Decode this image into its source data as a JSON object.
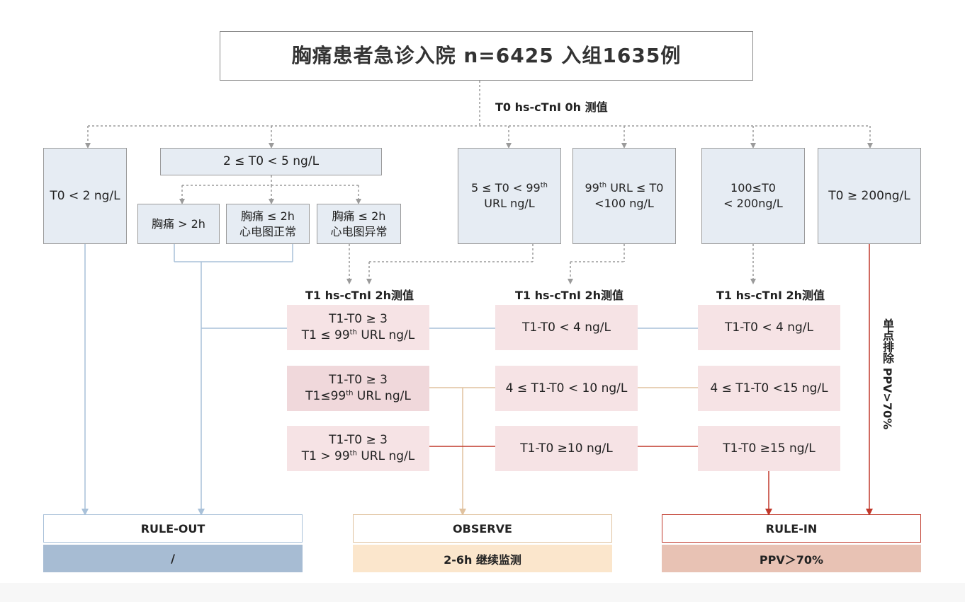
{
  "title": "胸痛患者急诊入院 n=6425 入组1635例",
  "t0_label": "T0 hs-cTnI 0h 测值",
  "t0_groups": {
    "lt2": "T0 < 2 ng/L",
    "mid": "2 ≤ T0 < 5 ng/L",
    "sub_a": "胸痛 > 2h",
    "sub_b1": "胸痛 ≤ 2h",
    "sub_b2": "心电图正常",
    "sub_c1": "胸痛 ≤ 2h",
    "sub_c2": "心电图异常",
    "g5_l1a": "5 ≤ T0 < 99",
    "g5_sup": "th",
    "g5_l2": "URL ng/L",
    "g99_l1a": "99",
    "g99_sup": "th",
    "g99_l1b": " URL ≤ T0",
    "g99_l2": "<100 ng/L",
    "g100_l1": "100≤T0",
    "g100_l2": "< 200ng/L",
    "g200": "T0 ≥ 200ng/L"
  },
  "t1_label": "T1 hs-cTnI 2h测值",
  "t1_boxes": {
    "r1c1_l1": "T1-T0 ≥ 3",
    "r1c1_l2a": "T1 ≤ 99",
    "r1c1_sup": "th",
    "r1c1_l2b": " URL ng/L",
    "r1c2": "T1-T0 < 4 ng/L",
    "r1c3": "T1-T0 < 4 ng/L",
    "r2c1_l1": "T1-T0 ≥ 3",
    "r2c1_l2a": "T1≤99",
    "r2c1_sup": "th",
    "r2c1_l2b": " URL ng/L",
    "r2c2": "4 ≤ T1-T0 < 10 ng/L",
    "r2c3": "4 ≤ T1-T0 <15 ng/L",
    "r3c1_l1": "T1-T0 ≥ 3",
    "r3c1_l2a": "T1 > 99",
    "r3c1_sup": "th",
    "r3c1_l2b": " URL ng/L",
    "r3c2": "T1-T0 ≥10 ng/L",
    "r3c3": "T1-T0 ≥15 ng/L"
  },
  "single_point": "单点排除 PPV>70%",
  "outcomes": {
    "rule_out": "RULE-OUT",
    "rule_out_value": "/",
    "observe": "OBSERVE",
    "observe_value": "2-6h 继续监测",
    "rule_in": "RULE-IN",
    "rule_in_value": "PPV＞70%"
  },
  "colors": {
    "blue_line": "#a9c1d9",
    "tan_line": "#e0c29f",
    "red_line": "#c0392b",
    "dotted": "#9a9a9a",
    "rule_out_fill": "#a7bcd3",
    "observe_fill": "#fbe6cc",
    "rule_in_fill": "#e8c2b4"
  }
}
